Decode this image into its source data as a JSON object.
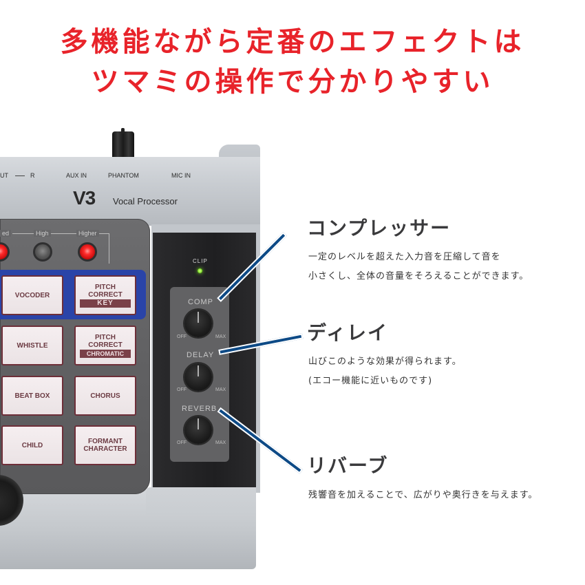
{
  "headline": {
    "line1": "多機能ながら定番のエフェクトは",
    "line2": "ツマミの操作で分かりやすい",
    "color": "#e8232a"
  },
  "device": {
    "model": "V3",
    "subtitle": "Vocal Processor",
    "ports": [
      "UT",
      "R",
      "AUX IN",
      "PHANTOM",
      "MIC IN"
    ],
    "mode_labels": [
      "ed",
      "High",
      "Higher"
    ],
    "leds": [
      {
        "label": "ed",
        "state": "on"
      },
      {
        "label": "High",
        "state": "off"
      },
      {
        "label": "Higher",
        "state": "on"
      }
    ],
    "pads": [
      {
        "label": "VOCODER",
        "tag": ""
      },
      {
        "label": "PITCH\nCORRECT",
        "tag": "KEY"
      },
      {
        "label": "WHISTLE",
        "tag": ""
      },
      {
        "label": "PITCH\nCORRECT",
        "tag": "CHROMATIC"
      },
      {
        "label": "BEAT BOX",
        "tag": ""
      },
      {
        "label": "CHORUS",
        "tag": ""
      },
      {
        "label": "CHILD",
        "tag": ""
      },
      {
        "label": "FORMANT\nCHARACTER",
        "tag": ""
      }
    ],
    "clip_label": "CLIP",
    "fx_knobs": [
      {
        "label": "COMP",
        "min": "OFF",
        "max": "MAX"
      },
      {
        "label": "DELAY",
        "min": "OFF",
        "max": "MAX"
      },
      {
        "label": "REVERB",
        "min": "OFF",
        "max": "MAX"
      }
    ]
  },
  "callouts": [
    {
      "title": "コンプレッサー",
      "text": [
        "一定のレベルを超えた入力音を圧縮して音を",
        "小さくし、全体の音量をそろえることができます。"
      ]
    },
    {
      "title": "ディレイ",
      "text": [
        "山びこのような効果が得られます。",
        "(エコー機能に近いものです)"
      ]
    },
    {
      "title": "リバーブ",
      "text": [
        "残響音を加えることで、広がりや奥行きを与えます。"
      ]
    }
  ],
  "accent_color": "#0d4a86"
}
